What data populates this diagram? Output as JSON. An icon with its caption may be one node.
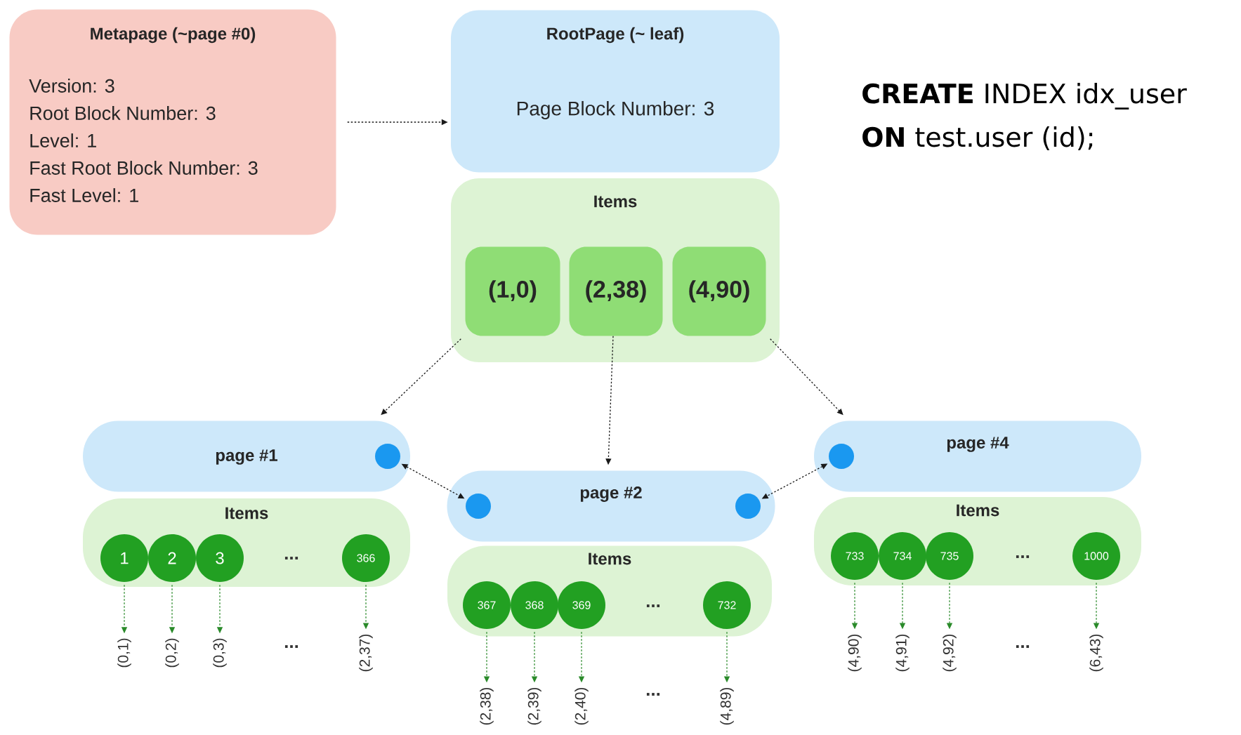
{
  "diagram": {
    "nodes": [
      {
        "text": [
          "Metapage (~page #0)",
          "Version: 3",
          "Root Block Number: 3",
          "Level: 1",
          "Fast Root Block Number: 3",
          "Fast Level: 1"
        ]
      },
      {
        "text": [
          "RootPage (~ leaf)",
          "Page Block Number: 3"
        ]
      },
      {
        "text": [
          "Items"
        ]
      },
      {
        "text": [
          "(1,0)"
        ],
        "in": 2
      },
      {
        "text": [
          "(2,38)"
        ],
        "in": 2
      },
      {
        "text": [
          "(4,90)"
        ],
        "in": 2
      },
      {
        "text": [
          "page #1"
        ]
      },
      {
        "text": [],
        "shape": "circle",
        "in": 6
      },
      {
        "text": [
          "Items"
        ]
      },
      {
        "text": [
          "1"
        ],
        "in": 8
      },
      {
        "text": [
          "2"
        ],
        "in": 8
      },
      {
        "text": [
          "3"
        ],
        "in": 8
      },
      {
        "text": [
          "366"
        ],
        "in": 8
      },
      {
        "text": [
          "page #2"
        ]
      },
      {
        "text": [],
        "shape": "circle",
        "in": 13
      },
      {
        "text": [],
        "shape": "circle",
        "in": 13
      },
      {
        "text": [
          "Items"
        ]
      },
      {
        "text": [
          "367"
        ],
        "in": 16
      },
      {
        "text": [
          "368"
        ],
        "in": 16
      },
      {
        "text": [
          "369"
        ],
        "in": 16
      },
      {
        "text": [
          "732"
        ],
        "in": 16
      },
      {
        "text": [
          "page #4"
        ]
      },
      {
        "text": [],
        "shape": "circle",
        "in": 21
      },
      {
        "text": [
          "Items"
        ]
      },
      {
        "text": [
          "733"
        ],
        "in": 23
      },
      {
        "text": [
          "734"
        ],
        "in": 23
      },
      {
        "text": [
          "735"
        ],
        "in": 23
      },
      {
        "text": [
          "1000"
        ],
        "in": 23
      },
      {
        "text": [
          "(0,1)"
        ]
      },
      {
        "text": [
          "(0,2)"
        ]
      },
      {
        "text": [
          "(0,3)"
        ]
      },
      {
        "text": [
          "(2,37)"
        ]
      },
      {
        "text": [
          "(2,38)"
        ]
      },
      {
        "text": [
          "(2,39)"
        ]
      },
      {
        "text": [
          "(2,40)"
        ]
      },
      {
        "text": [
          "(4,89)"
        ]
      },
      {
        "text": [
          "(4,90)"
        ]
      },
      {
        "text": [
          "(4,91)"
        ]
      },
      {
        "text": [
          "(4,92)"
        ]
      },
      {
        "text": [
          "(6,43)"
        ]
      }
    ],
    "edges": [
      {
        "from": 0,
        "to": 1,
        "arrow": "to",
        "style": "dashed",
        "color": "#1a1a1a"
      },
      {
        "from": 3,
        "to": 6,
        "arrow": "to",
        "style": "dashed",
        "color": "#1a1a1a"
      },
      {
        "from": 4,
        "to": 13,
        "arrow": "to",
        "style": "dashed",
        "color": "#1a1a1a"
      },
      {
        "from": 5,
        "to": 21,
        "arrow": "to",
        "style": "dashed",
        "color": "#1a1a1a"
      },
      {
        "from": 7,
        "to": 14,
        "arrow": "both",
        "style": "dashed",
        "color": "#1a1a1a"
      },
      {
        "from": 22,
        "to": 15,
        "arrow": "both",
        "style": "dashed",
        "color": "#1a1a1a"
      },
      {
        "from": 9,
        "to": 28,
        "arrow": "to",
        "style": "dashed"
      },
      {
        "from": 10,
        "to": 29,
        "arrow": "to",
        "style": "dashed"
      },
      {
        "from": 11,
        "to": 30,
        "arrow": "to",
        "style": "dashed"
      },
      {
        "from": 12,
        "to": 31,
        "arrow": "to",
        "style": "dashed"
      },
      {
        "from": 17,
        "to": 32,
        "arrow": "to",
        "style": "dashed"
      },
      {
        "from": 18,
        "to": 33,
        "arrow": "to",
        "style": "dashed"
      },
      {
        "from": 19,
        "to": 34,
        "arrow": "to",
        "style": "dashed"
      },
      {
        "from": 20,
        "to": 35,
        "arrow": "to",
        "style": "dashed"
      },
      {
        "from": 24,
        "to": 36,
        "arrow": "to",
        "style": "dashed"
      },
      {
        "from": 25,
        "to": 37,
        "arrow": "to",
        "style": "dashed"
      },
      {
        "from": 26,
        "to": 38,
        "arrow": "to",
        "style": "dashed"
      },
      {
        "from": 27,
        "to": 39,
        "arrow": "to",
        "style": "dashed"
      }
    ],
    "labels": [
      "**CREATE** INDEX idx_user",
      "**ON** test.user (id);",
      "...",
      "...",
      "...",
      "...",
      "...",
      "..."
    ]
  }
}
